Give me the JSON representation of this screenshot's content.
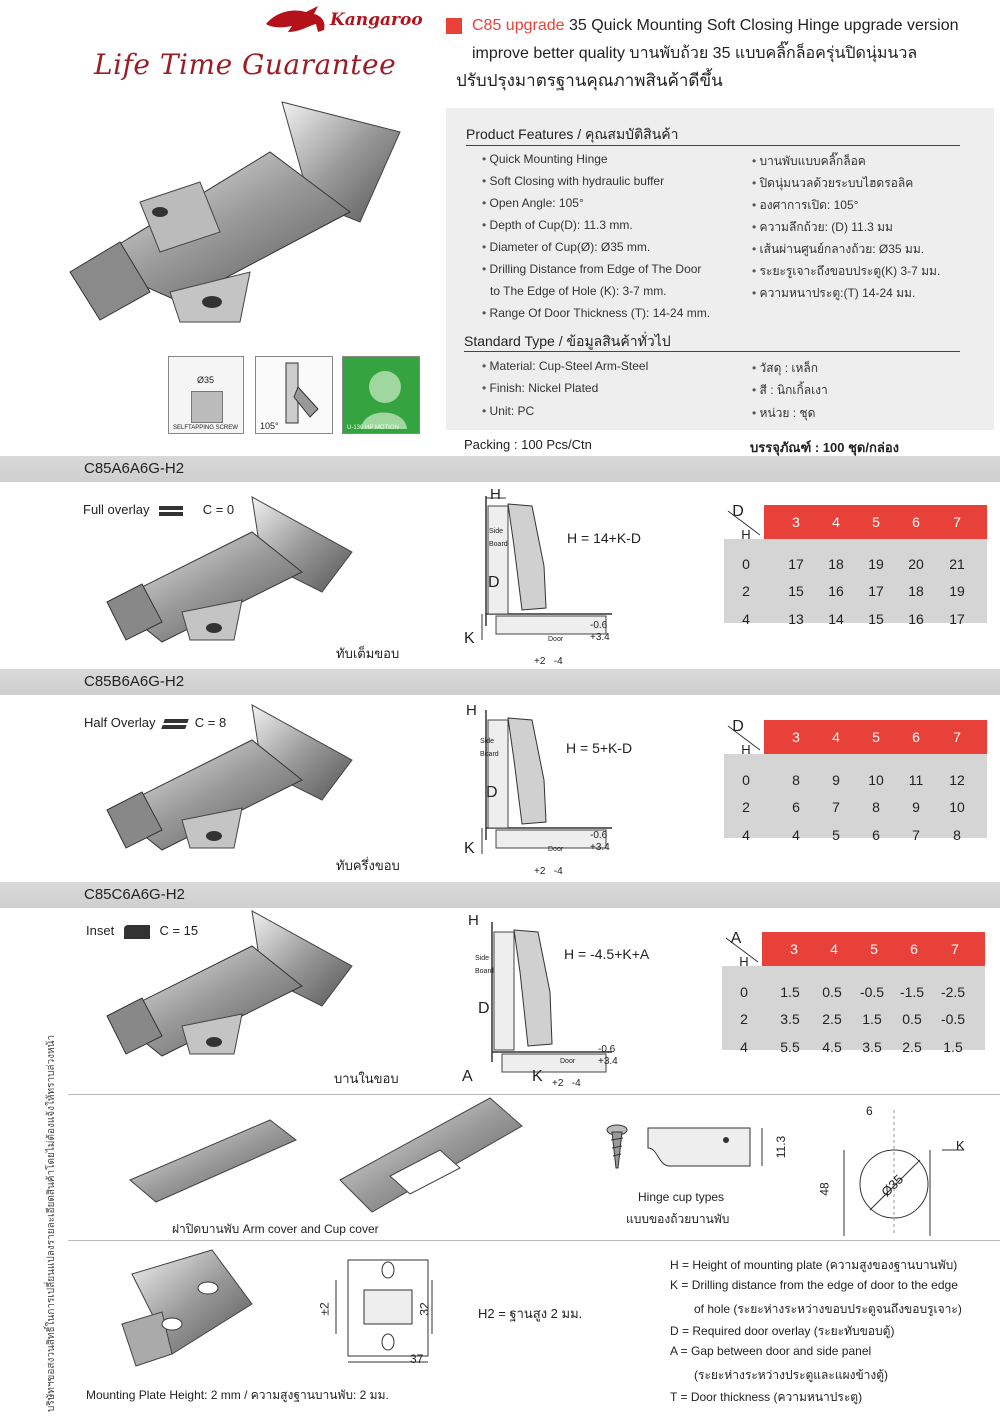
{
  "brand": {
    "name": "Kangaroo",
    "slogan": "Life Time Guarantee"
  },
  "header": {
    "model": "C85 upgrade",
    "line1_rest": "35 Quick Mounting Soft Closing Hinge upgrade version",
    "line2": "improve better quality      บานพับถ้วย 35 แบบคลิ๊กล็อครุ่นปิดนุ่มนวล",
    "line3": "ปรับปรุงมาตรฐานคุณภาพสินค้าดีขึ้น"
  },
  "features": {
    "title": "Product Features / คุณสมบัติสินค้า",
    "en": [
      "Quick Mounting Hinge",
      "Soft Closing with hydraulic buffer",
      "Open Angle:  105°",
      "Depth of Cup(D):  11.3 mm.",
      "Diameter of Cup(Ø): Ø35 mm.",
      "Drilling Distance from Edge of The Door",
      "Range Of Door Thickness (T):  14-24 mm."
    ],
    "en_cont": "to The Edge of Hole (K): 3-7 mm.",
    "th": [
      "บานพับแบบคลิ๊กล็อค",
      "ปิดนุ่มนวลด้วยระบบไฮดรอลิค",
      "องศาการเปิด:  105°",
      "ความลึกถ้วย: (D) 11.3 มม",
      "เส้นผ่านศูนย์กลางถ้วย: Ø35 มม.",
      "ระยะรูเจาะถึงขอบประตู(K)  3-7 มม.",
      "ความหนาประตู:(T)   14-24 มม."
    ]
  },
  "standard": {
    "title": "Standard Type / ข้อมูลสินค้าทั่วไป",
    "en": [
      "Material: Cup-Steel Arm-Steel",
      "Finish:  Nickel Plated",
      "Unit:  PC"
    ],
    "th": [
      "วัสดุ : เหล็ก",
      "สี : นิกเกิ้ลเงา",
      "หน่วย : ชุด"
    ]
  },
  "packing": {
    "en": "Packing : 100 Pcs/Ctn",
    "th": "บรรจุภัณฑ์ : 100 ชุด/กล่อง"
  },
  "icons": {
    "cup": "Ø35",
    "screw": "SELFTAPPING SCREW",
    "angle": "105°",
    "softclose": "U-130 HP MOTION"
  },
  "sections": [
    {
      "code": "C85A6A6G-H2",
      "overlay": "Full overlay",
      "c": "C = 0",
      "thai": "ทับเต็มขอบ",
      "formula": "H = 14+K-D",
      "row_key": "D",
      "col_key": "K",
      "h_key": "H",
      "cols": [
        "3",
        "4",
        "5",
        "6",
        "7"
      ],
      "rows": [
        {
          "label": "0",
          "values": [
            "17",
            "18",
            "19",
            "20",
            "21"
          ]
        },
        {
          "label": "2",
          "values": [
            "15",
            "16",
            "17",
            "18",
            "19"
          ]
        },
        {
          "label": "4",
          "values": [
            "13",
            "14",
            "15",
            "16",
            "17"
          ]
        }
      ],
      "diagram": {
        "h": "H",
        "d": "D",
        "k": "K",
        "side": "Side",
        "board": "Board",
        "door": "Door",
        "tol1": "-0.6",
        "tol2": "+3.4",
        "bottom": "+2   -4"
      }
    },
    {
      "code": "C85B6A6G-H2",
      "overlay": "Half Overlay",
      "c": "C = 8",
      "thai": "ทับครึ่งขอบ",
      "formula": "H = 5+K-D",
      "row_key": "D",
      "col_key": "K",
      "h_key": "H",
      "cols": [
        "3",
        "4",
        "5",
        "6",
        "7"
      ],
      "rows": [
        {
          "label": "0",
          "values": [
            "8",
            "9",
            "10",
            "11",
            "12"
          ]
        },
        {
          "label": "2",
          "values": [
            "6",
            "7",
            "8",
            "9",
            "10"
          ]
        },
        {
          "label": "4",
          "values": [
            "4",
            "5",
            "6",
            "7",
            "8"
          ]
        }
      ],
      "diagram": {
        "h": "H",
        "d": "D",
        "k": "K",
        "side": "Side",
        "board": "Board",
        "door": "Door",
        "tol1": "-0.6",
        "tol2": "+3.4",
        "bottom": "+2   -4"
      }
    },
    {
      "code": "C85C6A6G-H2",
      "overlay": "Inset",
      "c": "C = 15",
      "thai": "บานในขอบ",
      "formula": "H = -4.5+K+A",
      "row_key": "A",
      "col_key": "K",
      "h_key": "H",
      "cols": [
        "3",
        "4",
        "5",
        "6",
        "7"
      ],
      "rows": [
        {
          "label": "0",
          "values": [
            "1.5",
            "0.5",
            "-0.5",
            "-1.5",
            "-2.5"
          ]
        },
        {
          "label": "2",
          "values": [
            "3.5",
            "2.5",
            "1.5",
            "0.5",
            "-0.5"
          ]
        },
        {
          "label": "4",
          "values": [
            "5.5",
            "4.5",
            "3.5",
            "2.5",
            "1.5"
          ]
        }
      ],
      "diagram": {
        "h": "H",
        "d": "D",
        "k": "K",
        "a": "A",
        "side": "Side",
        "board": "Board",
        "door": "Door",
        "tol1": "-0.6",
        "tol2": "+3.4",
        "bottom": "+2   -4"
      }
    }
  ],
  "covers": {
    "caption": "ฝาปิดบานพับ Arm cover and Cup cover",
    "cup_caption1": "Hinge cup types",
    "cup_caption2": "แบบของถ้วยบานพับ",
    "dim_cup": "11.3",
    "dim_6": "6",
    "dim_48": "48",
    "dim_35": "Ø35",
    "dim_k": "K"
  },
  "plate": {
    "caption": "Mounting Plate Height: 2 mm  / ความสูงฐานบานพับ: 2 มม.",
    "h2": "H2  =  ฐานสูง 2 มม.",
    "dim_pm2": "±2",
    "dim_32": "32",
    "dim_37": "37"
  },
  "legend": [
    {
      "key": "H",
      "text": "Height of mounting plate (ความสูงของฐานบานพับ)"
    },
    {
      "key": "K",
      "text": "Drilling distance from the edge of door to the edge"
    },
    {
      "key": "",
      "text": "of hole (ระยะห่างระหว่างขอบประตูจนถึงขอบรูเจาะ)"
    },
    {
      "key": "D",
      "text": "Required door overlay (ระยะทับขอบตู้)"
    },
    {
      "key": "A",
      "text": "Gap between door and side panel"
    },
    {
      "key": "",
      "text": "(ระยะห่างระหว่างประตูและแผงข้างตู้)"
    },
    {
      "key": "T",
      "text": "Door thickness (ความหนาประตู)"
    }
  ],
  "side_note": "บริษัทฯขอสงวนสิทธิ์ในการเปลี่ยนแปลงรายละเอียดสินค้าโดยไม่ต้องแจ้งให้ทราบล่วงหน้า",
  "colors": {
    "accent": "#e8413a",
    "brand": "#b3121b",
    "table_bg": "#d5d5d5",
    "bar_bg": "#d3d3d3"
  }
}
